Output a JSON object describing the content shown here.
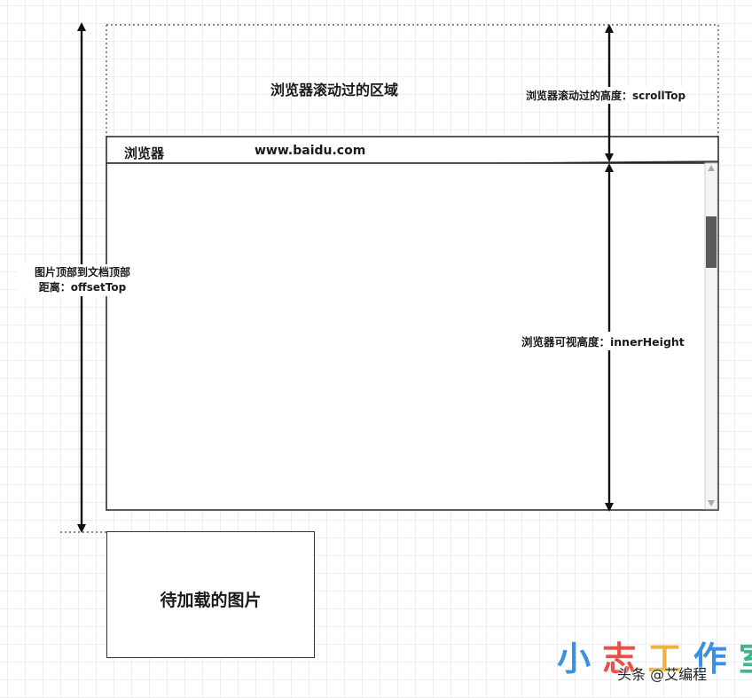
{
  "diagram": {
    "scrolled_region_label": "浏览器滚动过的区域",
    "scrolltop_label": "浏览器滚动过的高度：scrollTop",
    "browser_title": "浏览器",
    "browser_url": "www.baidu.com",
    "offsettop_label_line1": "图片顶部到文档顶部",
    "offsettop_label_line2": "距离：offsetTop",
    "innerheight_label": "浏览器可视高度：innerHeight",
    "lazy_image_label": "待加载的图片"
  },
  "watermark": {
    "brand": [
      "小",
      "志",
      "工",
      "作",
      "室"
    ],
    "brand_colors": [
      "#3d8fe0",
      "#e8504a",
      "#f0b23a",
      "#3d8fe0",
      "#3fb58a"
    ],
    "source": "头条 @艾编程"
  }
}
